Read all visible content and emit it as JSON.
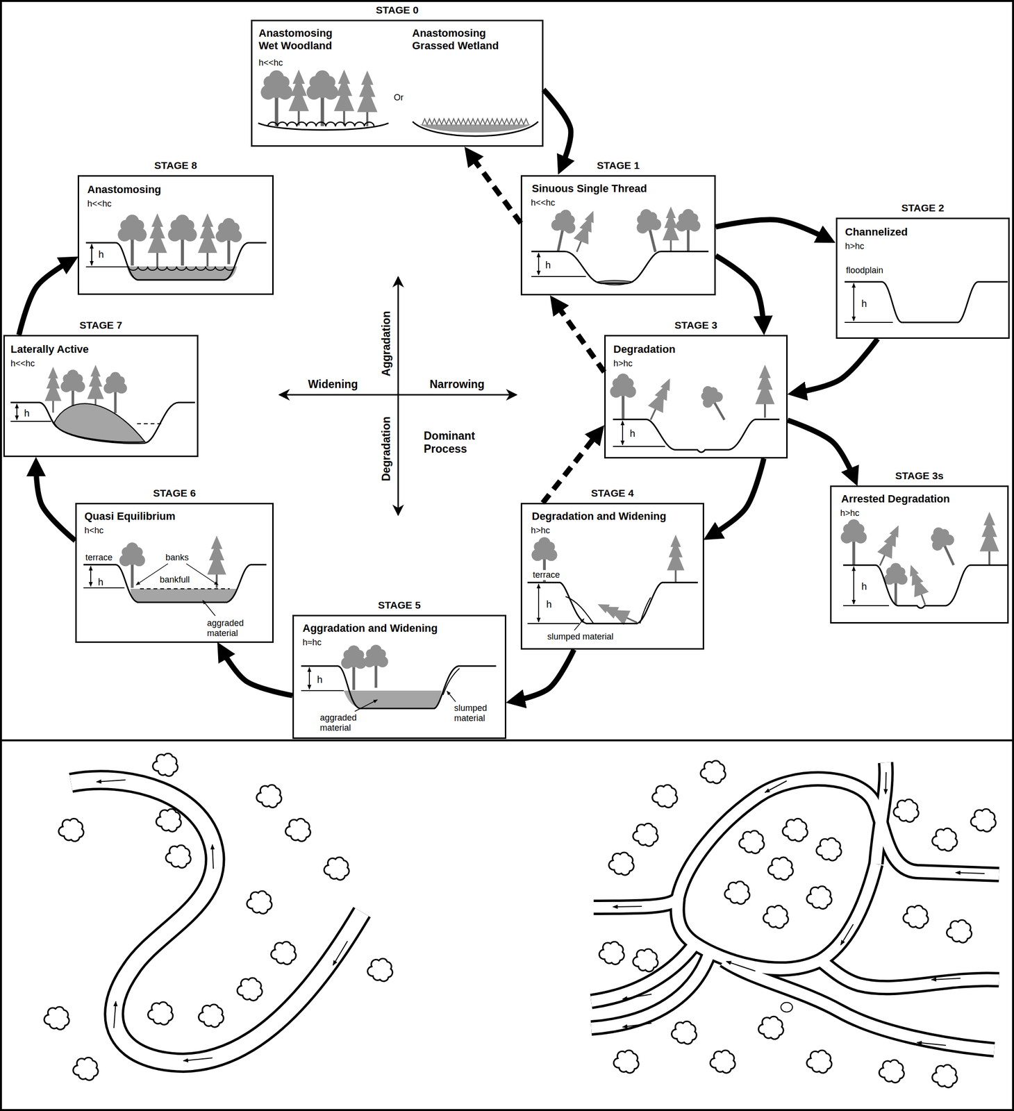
{
  "diagram": {
    "nodes": [
      {
        "text": [
          "STAGE 0",
          "Anastomosing Wet Woodland",
          "Anastomosing Grassed Wetland",
          "h<<hc",
          "Or"
        ]
      },
      {
        "text": [
          "STAGE 8",
          "Anastomosing",
          "h<<hc",
          "h"
        ]
      },
      {
        "text": [
          "STAGE 1",
          "Sinuous Single Thread",
          "h<<hc",
          "h"
        ]
      },
      {
        "text": [
          "STAGE 2",
          "Channelized",
          "h>hc",
          "floodplain",
          "h"
        ]
      },
      {
        "text": [
          "STAGE 7",
          "Laterally Active",
          "h<<hc",
          "h"
        ]
      },
      {
        "text": [
          "STAGE 3",
          "Degradation",
          "h>hc",
          "h"
        ]
      },
      {
        "text": [
          "STAGE 3s",
          "Arrested Degradation",
          "h>hc",
          "h"
        ]
      },
      {
        "text": [
          "STAGE 6",
          "Quasi Equilibrium",
          "h<hc",
          "terrace",
          "banks",
          "bankfull",
          "h",
          "aggraded material"
        ]
      },
      {
        "text": [
          "STAGE 4",
          "Degradation and Widening",
          "h>hc",
          "terrace",
          "h",
          "slumped material"
        ]
      },
      {
        "text": [
          "STAGE 5",
          "Aggradation and Widening",
          "h≈hc",
          "h",
          "aggraded material",
          "slumped material"
        ]
      }
    ],
    "edges": [
      {
        "from": 0,
        "to": 2,
        "arrow": "to"
      },
      {
        "from": 2,
        "to": 0,
        "arrow": "to"
      },
      {
        "from": 2,
        "to": 3,
        "arrow": "to"
      },
      {
        "from": 2,
        "to": 5,
        "arrow": "to"
      },
      {
        "from": 3,
        "to": 5,
        "arrow": "to"
      },
      {
        "from": 5,
        "to": 6,
        "arrow": "to"
      },
      {
        "from": 5,
        "to": 8,
        "arrow": "to"
      },
      {
        "from": 5,
        "to": 2,
        "arrow": "to"
      },
      {
        "from": 8,
        "to": 5,
        "arrow": "to"
      },
      {
        "from": 8,
        "to": 9,
        "arrow": "to"
      },
      {
        "from": 9,
        "to": 7,
        "arrow": "to"
      },
      {
        "from": 7,
        "to": 4,
        "arrow": "to"
      },
      {
        "from": 4,
        "to": 1,
        "arrow": "to"
      }
    ],
    "labels": [
      "Aggradation",
      "Widening",
      "Narrowing",
      "Degradation",
      "Dominant Process"
    ]
  }
}
